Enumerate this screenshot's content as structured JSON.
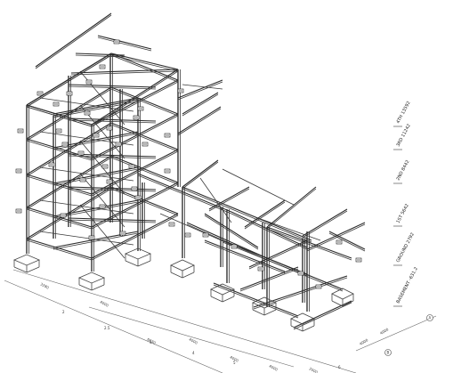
{
  "levels": [
    {
      "label": "4TH 13592"
    },
    {
      "label": "3RD 11242"
    },
    {
      "label": "2ND 8442"
    },
    {
      "label": "1ST 5642"
    },
    {
      "label": "GROUND 2792"
    },
    {
      "label": "BASEMENT -631.2"
    }
  ],
  "grid": {
    "bubbles": [
      "A",
      "B"
    ],
    "dims": [
      "3280",
      "4000",
      "6030",
      "4000",
      "4000",
      "4000",
      "2000",
      "4000",
      "4000"
    ],
    "axis_labels": [
      "2",
      "2.5",
      "3",
      "4",
      "5",
      "6"
    ]
  },
  "colors": {
    "line": "#2b2b2b",
    "tag_border": "#111111"
  }
}
